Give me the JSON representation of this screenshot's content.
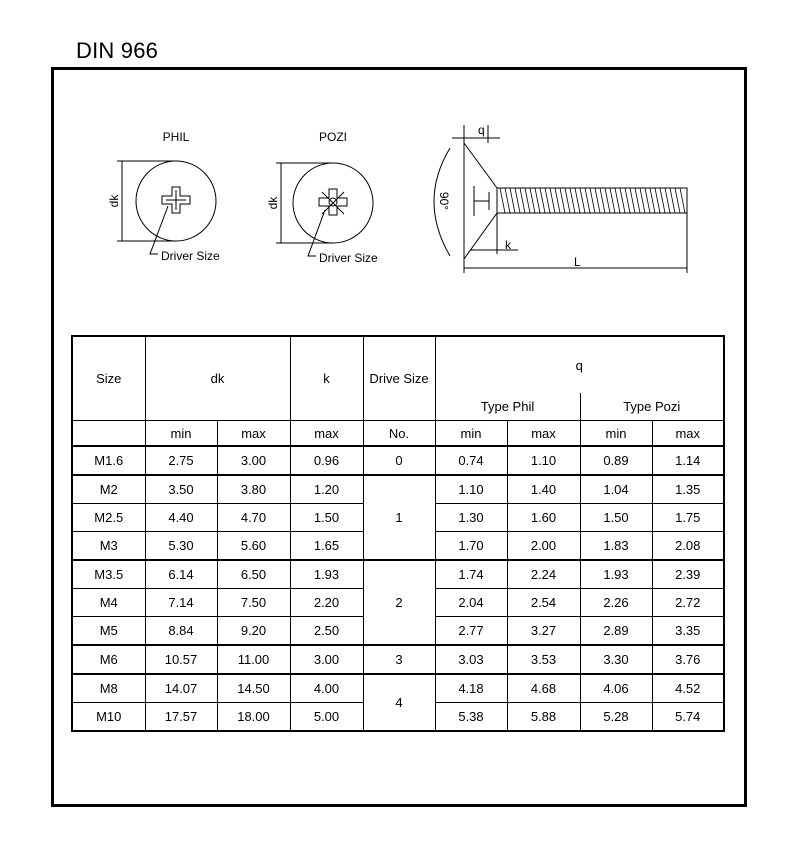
{
  "title": "DIN 966",
  "drawing": {
    "phil_label": "PHIL",
    "pozi_label": "POZI",
    "dk_label": "dk",
    "driver_size_label": "Driver Size",
    "q_label": "q",
    "angle_label": "90°",
    "k_label": "k",
    "l_label": "L"
  },
  "table": {
    "headers": {
      "size": "Size",
      "dk": "dk",
      "k": "k",
      "drive": "Drive Size",
      "q": "q",
      "type_phil": "Type Phil",
      "type_pozi": "Type Pozi",
      "min": "min",
      "max": "max",
      "no": "No."
    },
    "rows": [
      {
        "size": "M1.6",
        "dk_min": "2.75",
        "dk_max": "3.00",
        "k_max": "0.96",
        "q_phil_min": "0.74",
        "q_phil_max": "1.10",
        "q_pozi_min": "0.89",
        "q_pozi_max": "1.14"
      },
      {
        "size": "M2",
        "dk_min": "3.50",
        "dk_max": "3.80",
        "k_max": "1.20",
        "q_phil_min": "1.10",
        "q_phil_max": "1.40",
        "q_pozi_min": "1.04",
        "q_pozi_max": "1.35"
      },
      {
        "size": "M2.5",
        "dk_min": "4.40",
        "dk_max": "4.70",
        "k_max": "1.50",
        "q_phil_min": "1.30",
        "q_phil_max": "1.60",
        "q_pozi_min": "1.50",
        "q_pozi_max": "1.75"
      },
      {
        "size": "M3",
        "dk_min": "5.30",
        "dk_max": "5.60",
        "k_max": "1.65",
        "q_phil_min": "1.70",
        "q_phil_max": "2.00",
        "q_pozi_min": "1.83",
        "q_pozi_max": "2.08"
      },
      {
        "size": "M3.5",
        "dk_min": "6.14",
        "dk_max": "6.50",
        "k_max": "1.93",
        "q_phil_min": "1.74",
        "q_phil_max": "2.24",
        "q_pozi_min": "1.93",
        "q_pozi_max": "2.39"
      },
      {
        "size": "M4",
        "dk_min": "7.14",
        "dk_max": "7.50",
        "k_max": "2.20",
        "q_phil_min": "2.04",
        "q_phil_max": "2.54",
        "q_pozi_min": "2.26",
        "q_pozi_max": "2.72"
      },
      {
        "size": "M5",
        "dk_min": "8.84",
        "dk_max": "9.20",
        "k_max": "2.50",
        "q_phil_min": "2.77",
        "q_phil_max": "3.27",
        "q_pozi_min": "2.89",
        "q_pozi_max": "3.35"
      },
      {
        "size": "M6",
        "dk_min": "10.57",
        "dk_max": "11.00",
        "k_max": "3.00",
        "q_phil_min": "3.03",
        "q_phil_max": "3.53",
        "q_pozi_min": "3.30",
        "q_pozi_max": "3.76"
      },
      {
        "size": "M8",
        "dk_min": "14.07",
        "dk_max": "14.50",
        "k_max": "4.00",
        "q_phil_min": "4.18",
        "q_phil_max": "4.68",
        "q_pozi_min": "4.06",
        "q_pozi_max": "4.52"
      },
      {
        "size": "M10",
        "dk_min": "17.57",
        "dk_max": "18.00",
        "k_max": "5.00",
        "q_phil_min": "5.38",
        "q_phil_max": "5.88",
        "q_pozi_min": "5.28",
        "q_pozi_max": "5.74"
      }
    ],
    "drive_groups": [
      {
        "value": "0",
        "rows": 1
      },
      {
        "value": "1",
        "rows": 3
      },
      {
        "value": "2",
        "rows": 3
      },
      {
        "value": "3",
        "rows": 1
      },
      {
        "value": "4",
        "rows": 2
      }
    ]
  }
}
